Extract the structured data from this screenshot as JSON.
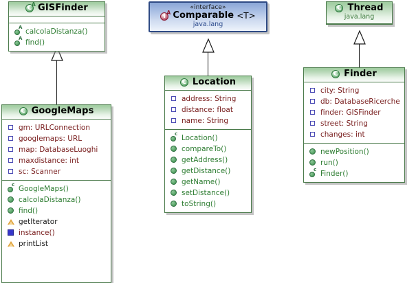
{
  "diagram": {
    "kind": "uml-class-diagram",
    "colors": {
      "class_border": "#4a7a4a",
      "class_header_green": "#9ccb9c",
      "interface_border": "#2e4a84",
      "interface_header_blue": "#8aa6d6",
      "attribute_text": "#7a2020",
      "method_text": "#2e7d32",
      "package_text_green": "#3b7a3b",
      "package_text_blue": "#2b4a8c",
      "connector": "#1a1a1a"
    }
  },
  "classes": {
    "gisfinder": {
      "name": "GISFinder",
      "icon": "abstract-class-icon",
      "icon_glyph": "C",
      "icon_sup": "A",
      "attributes": [],
      "methods": [
        {
          "name": "calcolaDistanza()",
          "icon": "abstract-method-icon",
          "visibility": "public-abstract"
        },
        {
          "name": "find()",
          "icon": "abstract-method-icon",
          "visibility": "public-abstract"
        }
      ]
    },
    "googlemaps": {
      "name": "GoogleMaps",
      "icon": "class-icon",
      "icon_glyph": "C",
      "attributes": [
        {
          "name": "gm: URLConnection",
          "icon": "private-attribute-icon",
          "visibility": "private"
        },
        {
          "name": "googlemaps: URL",
          "icon": "private-attribute-icon",
          "visibility": "private"
        },
        {
          "name": "map: DatabaseLuoghi",
          "icon": "private-attribute-icon",
          "visibility": "private"
        },
        {
          "name": "maxdistance: int",
          "icon": "private-attribute-icon",
          "visibility": "private"
        },
        {
          "name": "sc: Scanner",
          "icon": "private-attribute-icon",
          "visibility": "private"
        }
      ],
      "methods": [
        {
          "name": "GoogleMaps()",
          "icon": "constructor-icon",
          "visibility": "constructor"
        },
        {
          "name": "calcolaDistanza()",
          "icon": "public-method-icon",
          "visibility": "public"
        },
        {
          "name": "find()",
          "icon": "public-method-icon",
          "visibility": "public"
        },
        {
          "name": "getIterator",
          "icon": "protected-method-icon",
          "visibility": "protected"
        },
        {
          "name": "instance()",
          "icon": "private-method-icon",
          "visibility": "private"
        },
        {
          "name": "printList",
          "icon": "protected-method-icon",
          "visibility": "protected"
        }
      ]
    },
    "comparable": {
      "stereotype": "«interface»",
      "name": "Comparable",
      "generic": "<T>",
      "package": "java.lang",
      "icon": "abstract-interface-icon",
      "icon_glyph": "I",
      "icon_sup": "A"
    },
    "location": {
      "name": "Location",
      "icon": "class-icon",
      "icon_glyph": "C",
      "attributes": [
        {
          "name": "address: String",
          "icon": "private-attribute-icon",
          "visibility": "private"
        },
        {
          "name": "distance: float",
          "icon": "private-attribute-icon",
          "visibility": "private"
        },
        {
          "name": "name: String",
          "icon": "private-attribute-icon",
          "visibility": "private"
        }
      ],
      "methods": [
        {
          "name": "Location()",
          "icon": "constructor-icon",
          "visibility": "constructor"
        },
        {
          "name": "compareTo()",
          "icon": "public-method-icon",
          "visibility": "public"
        },
        {
          "name": "getAddress()",
          "icon": "public-method-icon",
          "visibility": "public"
        },
        {
          "name": "getDistance()",
          "icon": "public-method-icon",
          "visibility": "public"
        },
        {
          "name": "getName()",
          "icon": "public-method-icon",
          "visibility": "public"
        },
        {
          "name": "setDistance()",
          "icon": "public-method-icon",
          "visibility": "public"
        },
        {
          "name": "toString()",
          "icon": "public-method-icon",
          "visibility": "public"
        }
      ]
    },
    "thread": {
      "name": "Thread",
      "package": "java.lang",
      "icon": "class-icon",
      "icon_glyph": "C"
    },
    "finder": {
      "name": "Finder",
      "icon": "class-icon",
      "icon_glyph": "C",
      "attributes": [
        {
          "name": "city: String",
          "icon": "private-attribute-icon",
          "visibility": "private"
        },
        {
          "name": "db: DatabaseRicerche",
          "icon": "private-attribute-icon",
          "visibility": "private"
        },
        {
          "name": "finder: GISFinder",
          "icon": "private-attribute-icon",
          "visibility": "private"
        },
        {
          "name": "street: String",
          "icon": "private-attribute-icon",
          "visibility": "private"
        },
        {
          "name": "changes: int",
          "icon": "private-attribute-icon",
          "visibility": "private"
        }
      ],
      "methods": [
        {
          "name": "newPosition()",
          "icon": "public-method-icon",
          "visibility": "public"
        },
        {
          "name": "run()",
          "icon": "public-method-icon",
          "visibility": "public"
        },
        {
          "name": "Finder()",
          "icon": "constructor-icon",
          "visibility": "constructor"
        }
      ]
    }
  },
  "relationships": [
    {
      "from": "GoogleMaps",
      "to": "GISFinder",
      "type": "generalization"
    },
    {
      "from": "Location",
      "to": "Comparable",
      "type": "realization"
    },
    {
      "from": "Finder",
      "to": "Thread",
      "type": "generalization"
    }
  ]
}
